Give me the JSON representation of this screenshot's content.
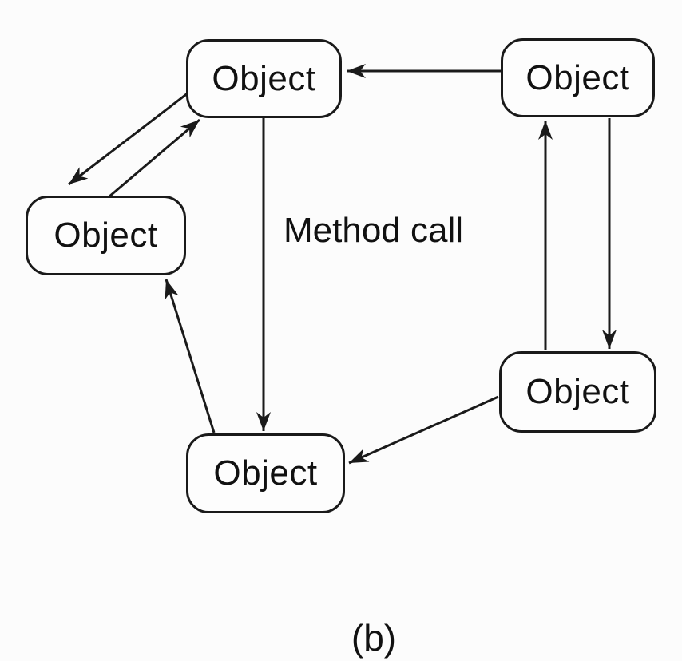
{
  "diagram": {
    "caption": "(b)",
    "edge_label": "Method call",
    "nodes": [
      {
        "id": "object-top",
        "label": "Object"
      },
      {
        "id": "object-top-right",
        "label": "Object"
      },
      {
        "id": "object-left",
        "label": "Object"
      },
      {
        "id": "object-bottom-right",
        "label": "Object"
      },
      {
        "id": "object-bottom",
        "label": "Object"
      }
    ],
    "edges": [
      {
        "from": "object-top-right",
        "to": "object-top",
        "style": "arrow"
      },
      {
        "from": "object-top",
        "to": "object-left",
        "style": "arrow"
      },
      {
        "from": "object-left",
        "to": "object-top",
        "style": "arrow"
      },
      {
        "from": "object-top",
        "to": "object-bottom",
        "style": "arrow",
        "label": "Method call"
      },
      {
        "from": "object-bottom",
        "to": "object-left",
        "style": "arrow"
      },
      {
        "from": "object-bottom-right",
        "to": "object-top-right",
        "style": "arrow"
      },
      {
        "from": "object-top-right",
        "to": "object-bottom-right",
        "style": "arrow"
      },
      {
        "from": "object-bottom-right",
        "to": "object-bottom",
        "style": "arrow"
      }
    ],
    "colors": {
      "background": "#fcfcfc",
      "line": "#1a1a1a",
      "node_fill": "#fdfdfd",
      "text": "#111111"
    }
  }
}
